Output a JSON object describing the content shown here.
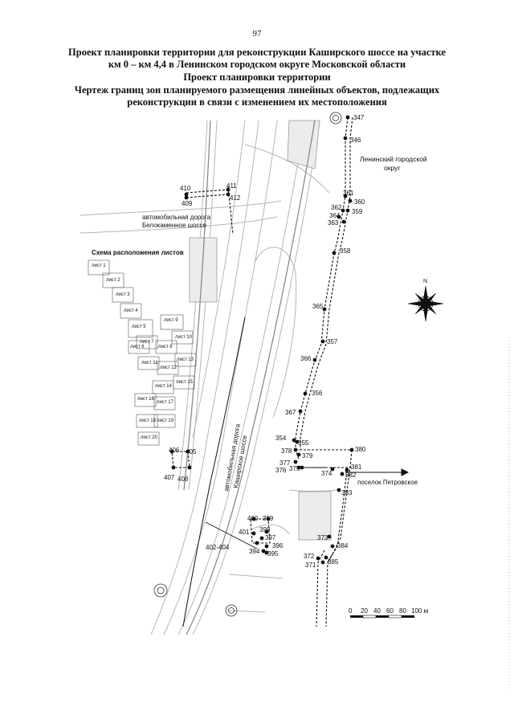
{
  "page_number": "97",
  "title_lines": [
    "Проект планировки территории для реконструкции Каширского шоссе на участке",
    "км 0 – км 4,4 в Ленинском городском округе Московской области",
    "Проект планировки территории",
    "Чертеж границ зон планируемого размещения линейных объектов, подлежащих",
    "реконструкции в связи с изменением их местоположения"
  ],
  "map": {
    "district_label": [
      "Ленинский городской",
      "округ"
    ],
    "road_belokamennoe": [
      "автомобильная дорога",
      "Белокаменное шоссе"
    ],
    "road_kashirskoe": [
      "автомобильная дорога",
      "Каширское шоссе"
    ],
    "settlement_label": "поселок Петровское",
    "compass_label": "N",
    "scale_ticks": [
      "0",
      "20",
      "40",
      "60",
      "80",
      "100 м"
    ],
    "points": {
      "p347": "347",
      "p346": "346",
      "p361": "361",
      "p360": "360",
      "p362": "362",
      "p359": "359",
      "p364": "364",
      "p363": "363",
      "p358": "358",
      "p365": "365",
      "p357": "357",
      "p366": "366",
      "p356": "356",
      "p367": "367",
      "p354": "354",
      "p355": "355",
      "p378": "378",
      "p379": "379",
      "p380": "380",
      "p377": "377",
      "p376": "376",
      "p375": "375",
      "p374": "374",
      "p381": "381",
      "p382": "382",
      "p383": "383",
      "p373": "373",
      "p384": "384",
      "p372": "372",
      "p371": "371",
      "p385": "385",
      "p410": "410",
      "p411": "411",
      "p409": "409",
      "p412": "412",
      "p406": "406",
      "p405": "405",
      "p407": "407",
      "p408": "408",
      "p400": "400",
      "p399": "399",
      "p398": "398",
      "p401": "401",
      "p397": "397",
      "p402_404": "402-404",
      "p396": "396",
      "p394": "394",
      "p395": "395"
    }
  },
  "inset": {
    "title": "Схема расположения листов",
    "sheets": [
      "лист 1",
      "лист 2",
      "лист 3",
      "лист 4",
      "лист 5",
      "лист 9",
      "лист 7",
      "лист 10",
      "лист 6",
      "лист 8",
      "лист 13",
      "лист 11",
      "лист 12",
      "лист 14",
      "лист 15",
      "лист 16",
      "лист 17",
      "лист 18",
      "лист 19",
      "лист 20"
    ]
  },
  "colors": {
    "ink": "#111111",
    "road": "#b5b5b5",
    "road_fill": "#ececec"
  }
}
